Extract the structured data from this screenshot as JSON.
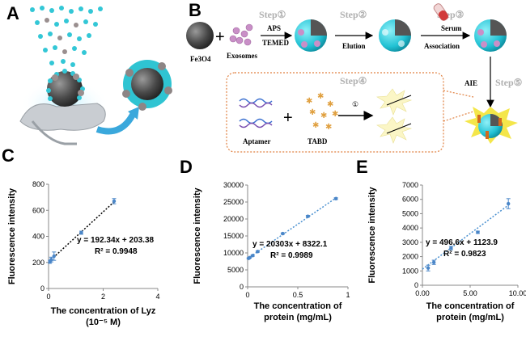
{
  "panels": {
    "a": "A",
    "b": "B",
    "c": "C",
    "d": "D",
    "e": "E"
  },
  "scheme": {
    "fe3o4": "Fe3O4",
    "exosomes": "Exosomes",
    "aps": "APS",
    "temed": "TEMED",
    "elution": "Elution",
    "serum": "Serum",
    "association": "Association",
    "aie": "AIE",
    "aptamer": "Aptamer",
    "tabd": "TABD",
    "circle1": "①",
    "step1": "Step①",
    "step2": "Step②",
    "step3": "Step③",
    "step4": "Step④",
    "step5": "Step⑤"
  },
  "colors": {
    "cyan": "#33c7d6",
    "dark_sphere": "#555555",
    "trend_c": "#000000",
    "trend_de": "#4a90d0",
    "point": "#4a86c8",
    "dotted_box": "#e08040"
  },
  "chart_data": [
    {
      "id": "C",
      "type": "scatter",
      "xlabel": "The concentration of Lyz",
      "xlabel2": "(10⁻⁵ M)",
      "ylabel": "Fluorescence intensity",
      "xlim": [
        0,
        4
      ],
      "ylim": [
        0,
        800
      ],
      "xticks": [
        0,
        2,
        4
      ],
      "yticks": [
        0,
        200,
        400,
        600,
        800
      ],
      "points": [
        {
          "x": 0.05,
          "y": 205,
          "err": 12
        },
        {
          "x": 0.1,
          "y": 222,
          "err": 18
        },
        {
          "x": 0.2,
          "y": 248,
          "err": 32
        },
        {
          "x": 1.2,
          "y": 428,
          "err": 12
        },
        {
          "x": 2.4,
          "y": 670,
          "err": 20
        }
      ],
      "trend": {
        "slope": 192.34,
        "intercept": 203.38,
        "x_range": [
          0,
          2.4
        ]
      },
      "equation": "y = 192.34x + 203.38",
      "r2": "R² = 0.9948"
    },
    {
      "id": "D",
      "type": "scatter",
      "xlabel": "The concentration of",
      "xlabel2": "protein (mg/mL)",
      "ylabel": "Fluorescence intensity",
      "xlim": [
        0,
        1
      ],
      "ylim": [
        0,
        30000
      ],
      "xticks": [
        0,
        0.5,
        1
      ],
      "yticks": [
        0,
        5000,
        10000,
        15000,
        20000,
        25000,
        30000
      ],
      "points": [
        {
          "x": 0.01,
          "y": 8400,
          "err": 150
        },
        {
          "x": 0.02,
          "y": 8600,
          "err": 150
        },
        {
          "x": 0.05,
          "y": 9200,
          "err": 200
        },
        {
          "x": 0.1,
          "y": 10400,
          "err": 200
        },
        {
          "x": 0.35,
          "y": 15700,
          "err": 200
        },
        {
          "x": 0.6,
          "y": 20800,
          "err": 250
        },
        {
          "x": 0.88,
          "y": 26000,
          "err": 250
        }
      ],
      "trend": {
        "slope": 20303,
        "intercept": 8322.1,
        "x_range": [
          0,
          0.9
        ]
      },
      "equation": "y = 20303x + 8322.1",
      "r2": "R² = 0.9989"
    },
    {
      "id": "E",
      "type": "scatter",
      "xlabel": "The concentration of",
      "xlabel2": "protein (mg/mL)",
      "ylabel": "Fluorescence intensity",
      "xlim": [
        0,
        10
      ],
      "ylim": [
        0,
        7000
      ],
      "xticks": [
        0,
        5,
        10
      ],
      "xtick_labels": [
        "0.00",
        "5.00",
        "10.00"
      ],
      "yticks": [
        0,
        1000,
        2000,
        3000,
        4000,
        5000,
        6000,
        7000
      ],
      "points": [
        {
          "x": 0.6,
          "y": 1200,
          "err": 200
        },
        {
          "x": 1.2,
          "y": 1600,
          "err": 150
        },
        {
          "x": 3.0,
          "y": 2600,
          "err": 120
        },
        {
          "x": 5.8,
          "y": 3700,
          "err": 80
        },
        {
          "x": 9.0,
          "y": 5700,
          "err": 350
        }
      ],
      "trend": {
        "slope": 496.6,
        "intercept": 1123.9,
        "x_range": [
          0,
          9.2
        ]
      },
      "equation": "y = 496.6x + 1123.9",
      "r2": "R² = 0.9823"
    }
  ]
}
